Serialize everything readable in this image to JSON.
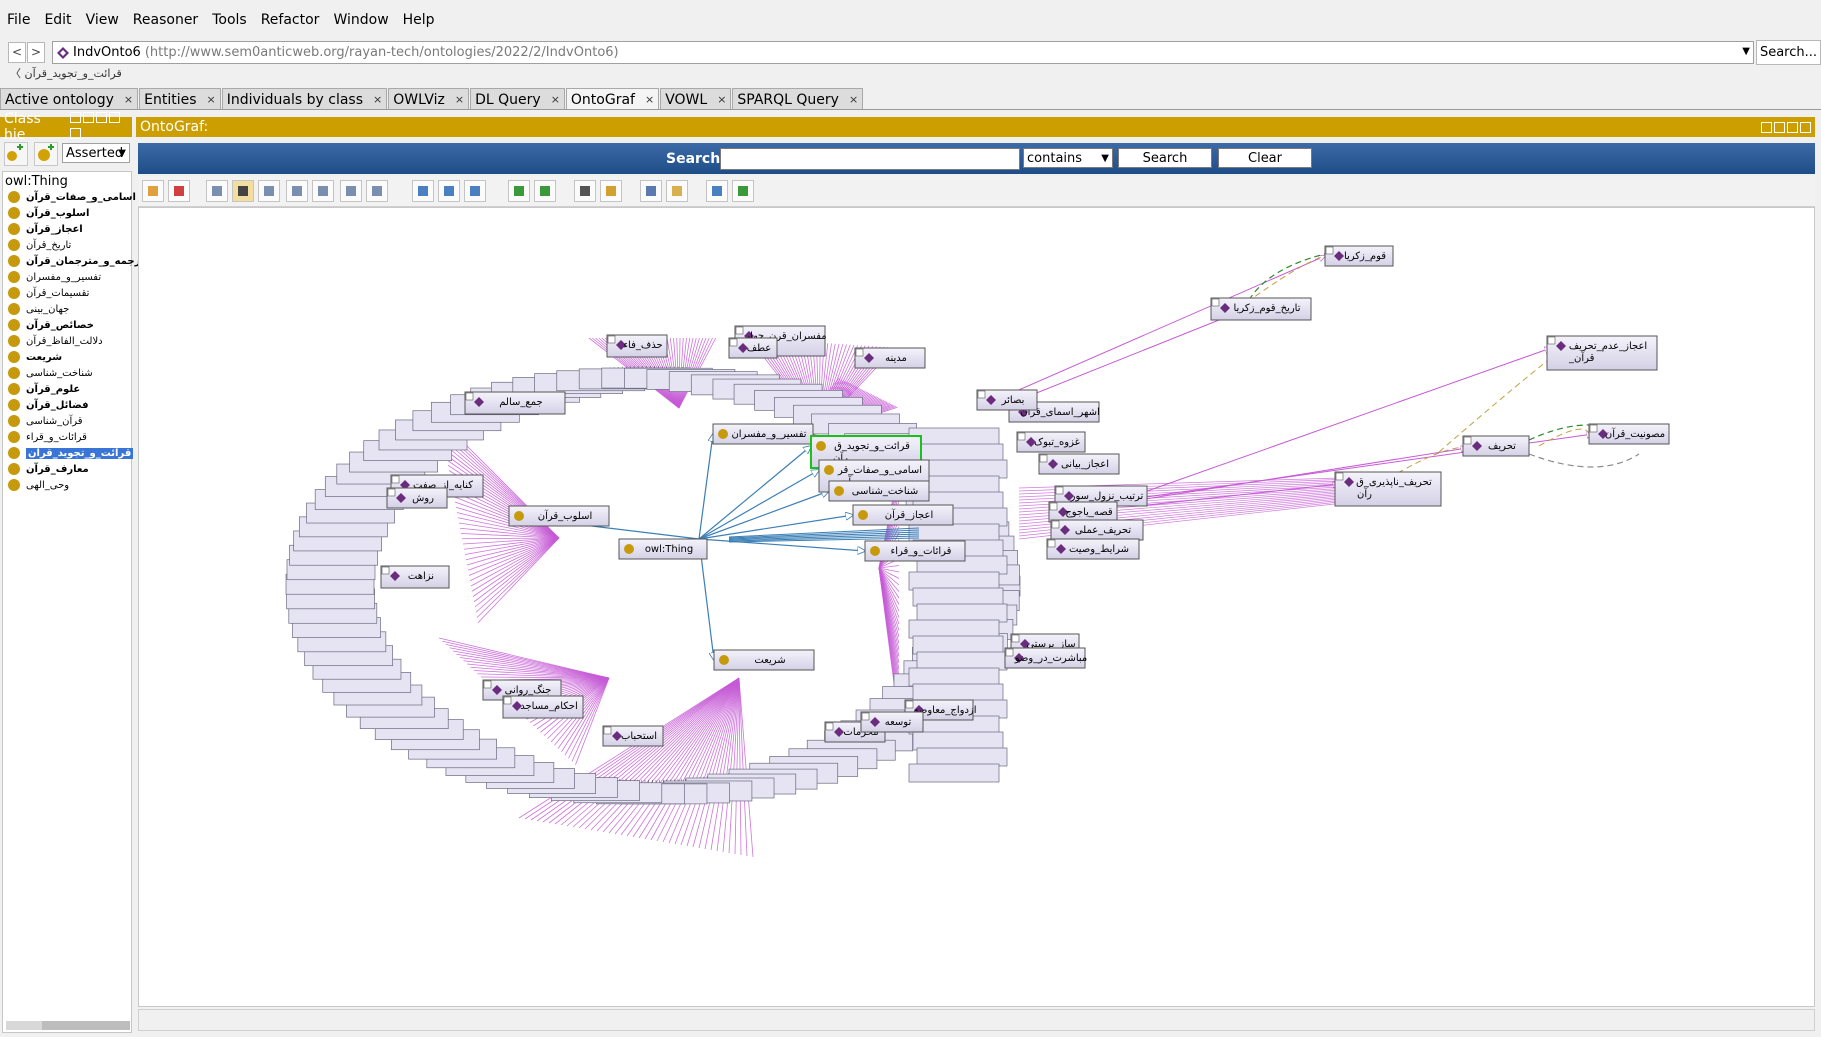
{
  "menu": [
    "File",
    "Edit",
    "View",
    "Reasoner",
    "Tools",
    "Refactor",
    "Window",
    "Help"
  ],
  "address": {
    "back": "<",
    "forward": ">",
    "ontology": "IndvOnto6",
    "iri": "(http://www.sem0anticweb.org/rayan-tech/ontologies/2022/2/IndvOnto6)",
    "search_button": "Search..."
  },
  "breadcrumb": "قرائت_و_تجوید_قرآن",
  "tabs": [
    {
      "label": "Active ontology",
      "active": false
    },
    {
      "label": "Entities",
      "active": false
    },
    {
      "label": "Individuals by class",
      "active": false
    },
    {
      "label": "OWLViz",
      "active": false
    },
    {
      "label": "DL Query",
      "active": false
    },
    {
      "label": "OntoGraf",
      "active": true
    },
    {
      "label": "VOWL",
      "active": false
    },
    {
      "label": "SPARQL Query",
      "active": false
    }
  ],
  "class_panel": {
    "title": "Class hie",
    "mode": "Asserted",
    "root": "owl:Thing",
    "items": [
      {
        "label": "اسامی_و_صفات_قرآن",
        "bold": true
      },
      {
        "label": "اسلوب_قرآن",
        "bold": true
      },
      {
        "label": "اعجاز_قرآن",
        "bold": true
      },
      {
        "label": "تاریخ_قرآن",
        "bold": false
      },
      {
        "label": "ترجمه_و_مترجمان_قرآن",
        "bold": true
      },
      {
        "label": "تفسیر_و_مفسران",
        "bold": false
      },
      {
        "label": "تقسیمات_قرآن",
        "bold": false
      },
      {
        "label": "جهان_بینی",
        "bold": false
      },
      {
        "label": "خصائص_قرآن",
        "bold": true
      },
      {
        "label": "دلالت_الفاظ_قرآن",
        "bold": false
      },
      {
        "label": "شریعت",
        "bold": true
      },
      {
        "label": "شناخت_شناسی",
        "bold": false
      },
      {
        "label": "علوم_قرآن",
        "bold": true
      },
      {
        "label": "فضائل_قرآن",
        "bold": true
      },
      {
        "label": "قرآن_شناسی",
        "bold": false
      },
      {
        "label": "قرائات_و_قراء",
        "bold": false
      },
      {
        "label": "قرائت_و_تجوید_قرآن",
        "bold": true,
        "selected": true
      },
      {
        "label": "معارف_قرآن",
        "bold": true
      },
      {
        "label": "وحی_الهی",
        "bold": false
      }
    ]
  },
  "ontograf": {
    "title": "OntoGraf:",
    "search_label": "Search:",
    "search_value": "",
    "match_mode": "contains",
    "search_button": "Search",
    "clear_button": "Clear",
    "colors": {
      "header": "#cc9e00",
      "edge_subclass": "#3b7fb6",
      "edge_instance": "#c65bd6",
      "selected_border": "#19c119"
    },
    "class_nodes": [
      {
        "label": "owl:Thing",
        "selected": false
      },
      {
        "label": "تفسیر_و_مفسران",
        "selected": false
      },
      {
        "label": "قرائت_و_تجوید_ق",
        "label2": "رآن",
        "selected": true
      },
      {
        "label": "اسامی_و_صفات_قر",
        "label2": "آن",
        "selected": false
      },
      {
        "label": "شناخت_شناسی",
        "selected": false
      },
      {
        "label": "اسلوب_قرآن",
        "selected": false
      },
      {
        "label": "اعجاز_قرآن",
        "selected": false
      },
      {
        "label": "قرائات_و_قراء",
        "selected": false
      },
      {
        "label": "شریعت",
        "selected": false
      }
    ],
    "individual_nodes": [
      {
        "label": "قوم_زکریا"
      },
      {
        "label": "تاریخ_قوم_زکریا"
      },
      {
        "label": "اعجاز_عدم_تحریف",
        "label2": "_قرآن"
      },
      {
        "label": "تحریف"
      },
      {
        "label": "مصونیت_قرآن"
      },
      {
        "label": "تحریف_ناپذیری_ق",
        "label2": "رآن"
      },
      {
        "label": "مفسران_قرن_چهار",
        "label2": "دهم"
      },
      {
        "label": "حذف_فاء"
      },
      {
        "label": "جمع_سالم"
      },
      {
        "label": "کنایه_از_صفت"
      },
      {
        "label": "نزاهت"
      },
      {
        "label": "جنگ_روانی"
      },
      {
        "label": "استحباب"
      },
      {
        "label": "محرمات"
      },
      {
        "label": "ازدواج_معاوضه"
      },
      {
        "label": "ساز_پرستی"
      },
      {
        "label": "اشهر_اسمای_قرآن"
      },
      {
        "label": "غزوه_تبوک"
      },
      {
        "label": "ترتیب_نزول_سور"
      },
      {
        "label": "قصه_یاجوج"
      },
      {
        "label": "تحریف_عملی"
      },
      {
        "label": "شرایط_وصیت"
      },
      {
        "label": "مدینه"
      },
      {
        "label": "بصائر"
      },
      {
        "label": "اعجاز_بیانی"
      },
      {
        "label": "عطف"
      },
      {
        "label": "روش"
      },
      {
        "label": "احکام_مساجد"
      },
      {
        "label": "مباشرت_در_وضو"
      },
      {
        "label": "توسعه"
      }
    ]
  }
}
